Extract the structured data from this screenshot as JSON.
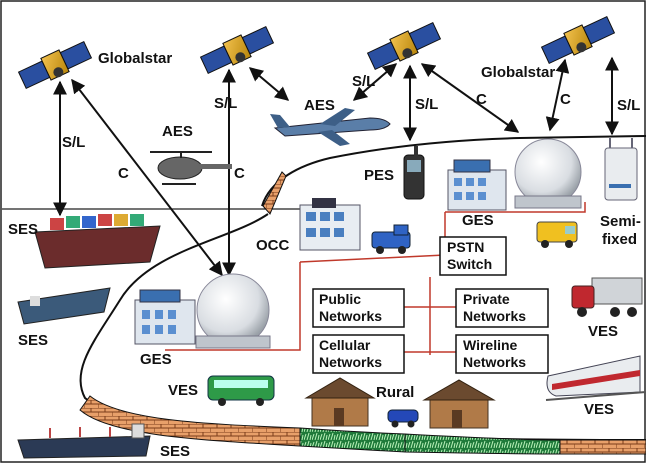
{
  "labels": {
    "globalstar_left": "Globalstar",
    "globalstar_right": "Globalstar",
    "sl_1": "S/L",
    "sl_2": "S/L",
    "sl_3": "S/L",
    "sl_4": "S/L",
    "sl_5": "S/L",
    "c_1": "C",
    "c_2": "C",
    "c_3": "C",
    "c_4": "C",
    "aes_heli": "AES",
    "aes_plane": "AES",
    "pes": "PES",
    "ses_top": "SES",
    "ses_mid": "SES",
    "ses_bottom": "SES",
    "occ": "OCC",
    "ges_right": "GES",
    "ges_left": "GES",
    "semi_1": "Semi-",
    "semi_2": "fixed",
    "ves_truck": "VES",
    "ves_bus": "VES",
    "ves_train": "VES",
    "rural": "Rural"
  },
  "boxes": {
    "pstn_1": "PSTN",
    "pstn_2": "Switch",
    "public_1": "Public",
    "public_2": "Networks",
    "private_1": "Private",
    "private_2": "Networks",
    "cellular_1": "Cellular",
    "cellular_2": "Networks",
    "wireline_1": "Wireline",
    "wireline_2": "Networks"
  }
}
